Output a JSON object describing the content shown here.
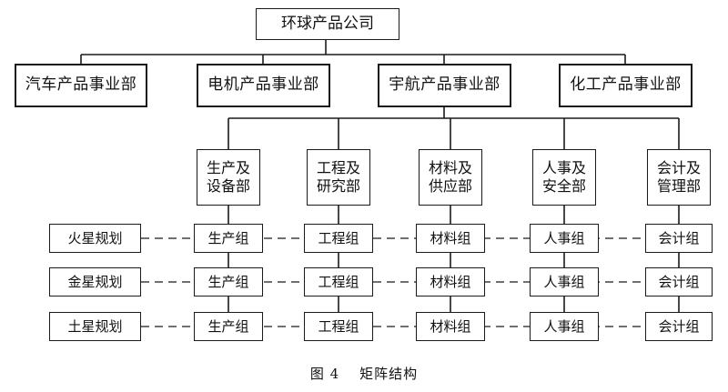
{
  "top": {
    "label": "环球产品公司"
  },
  "divisions": [
    {
      "label": "汽车产品事业部"
    },
    {
      "label": "电机产品事业部"
    },
    {
      "label": "宇航产品事业部"
    },
    {
      "label": "化工产品事业部"
    }
  ],
  "departments": [
    {
      "label": "生产及\n设备部"
    },
    {
      "label": "工程及\n研究部"
    },
    {
      "label": "材料及\n供应部"
    },
    {
      "label": "人事及\n安全部"
    },
    {
      "label": "会计及\n管理部"
    }
  ],
  "projects": [
    {
      "label": "火星规划",
      "cells": [
        "生产组",
        "工程组",
        "材料组",
        "人事组",
        "会计组"
      ]
    },
    {
      "label": "金星规划",
      "cells": [
        "生产组",
        "工程组",
        "材料组",
        "人事组",
        "会计组"
      ]
    },
    {
      "label": "土星规划",
      "cells": [
        "生产组",
        "工程组",
        "材料组",
        "人事组",
        "会计组"
      ]
    }
  ],
  "caption": {
    "figure": "图 4",
    "title": "矩阵结构"
  }
}
